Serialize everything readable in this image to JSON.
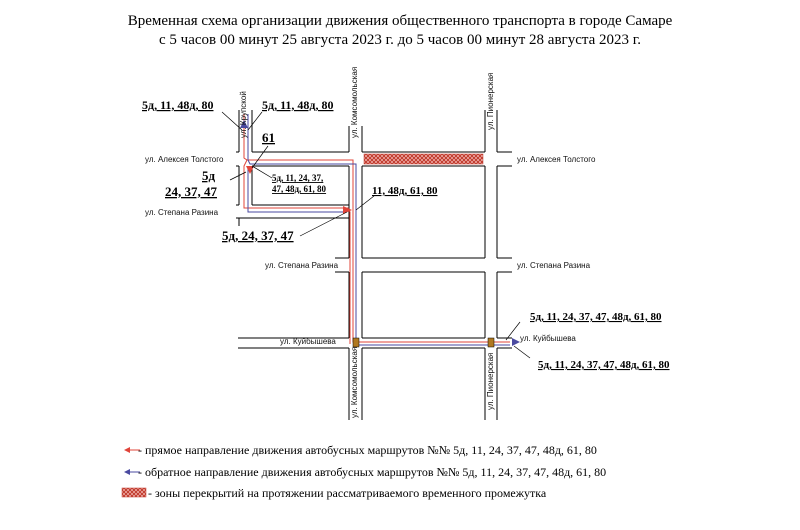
{
  "title": {
    "line1": "Временная схема организации движения общественного транспорта в городе Самаре",
    "line2": "с 5 часов 00 минут 25 августа 2023 г. до 5 часов 00 минут 28 августа 2023 г."
  },
  "streets": {
    "krupskoy": "ул. Крупской",
    "komsomolskaya_top": "ул. Комсомольская",
    "pionerskaya_top": "ул. Пионерская",
    "tolstogo_left": "ул. Алексея Толстого",
    "tolstogo_right": "ул. Алексея Толстого",
    "razina_left1": "ул. Степана Разина",
    "razina_left2": "ул. Степана Разина",
    "razina_right": "ул. Степана Разина",
    "kuybysheva_left": "ул. Куйбышева",
    "kuybysheva_right": "ул. Куйбышева",
    "komsomolskaya_bottom": "ул. Комсомольская",
    "pionerskaya_bottom": "ул. Пионерская"
  },
  "route_labels": {
    "a": "5д, 11, 48д, 80",
    "b": "5д, 11, 48д, 80",
    "c": "61",
    "d1": "5д",
    "d2": "24, 37, 47",
    "e1": "5д, 11, 24, 37,",
    "e2": "47, 48д, 61, 80",
    "f": "11, 48д, 61, 80",
    "g": "5д, 24, 37, 47",
    "h": "5д, 11, 24, 37, 47, 48д, 61, 80",
    "i": "5д, 11, 24, 37, 47, 48д, 61, 80"
  },
  "legend": {
    "forward": "- прямое направление движения автобусных маршрутов №№ 5д, 11, 24, 37, 47, 48д, 61, 80",
    "reverse": "- обратное направление движения автобусных маршрутов №№ 5д, 11, 24, 37, 47, 48д, 61, 80",
    "closure": "- зоны перекрытий на протяжении рассматриваемого временного промежутка"
  },
  "colors": {
    "forward": "#e0443a",
    "reverse": "#4a4aa0",
    "closure": "#d9534f",
    "road": "#000000"
  }
}
